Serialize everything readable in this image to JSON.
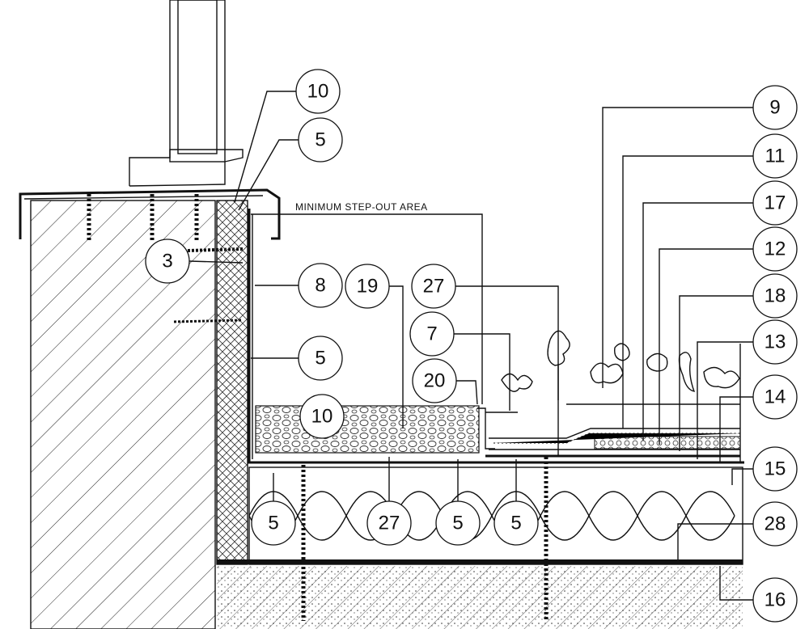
{
  "title": "Green roof parapet detail",
  "note": "MINIMUM  STEP-OUT AREA",
  "callouts": [
    {
      "label": "10"
    },
    {
      "label": "5"
    },
    {
      "label": "3"
    },
    {
      "label": "8"
    },
    {
      "label": "19"
    },
    {
      "label": "27"
    },
    {
      "label": "7"
    },
    {
      "label": "5"
    },
    {
      "label": "20"
    },
    {
      "label": "10"
    },
    {
      "label": "9"
    },
    {
      "label": "11"
    },
    {
      "label": "17"
    },
    {
      "label": "12"
    },
    {
      "label": "18"
    },
    {
      "label": "13"
    },
    {
      "label": "14"
    },
    {
      "label": "15"
    },
    {
      "label": "28"
    },
    {
      "label": "16"
    },
    {
      "label": "5"
    },
    {
      "label": "27"
    },
    {
      "label": "5"
    },
    {
      "label": "5"
    }
  ]
}
